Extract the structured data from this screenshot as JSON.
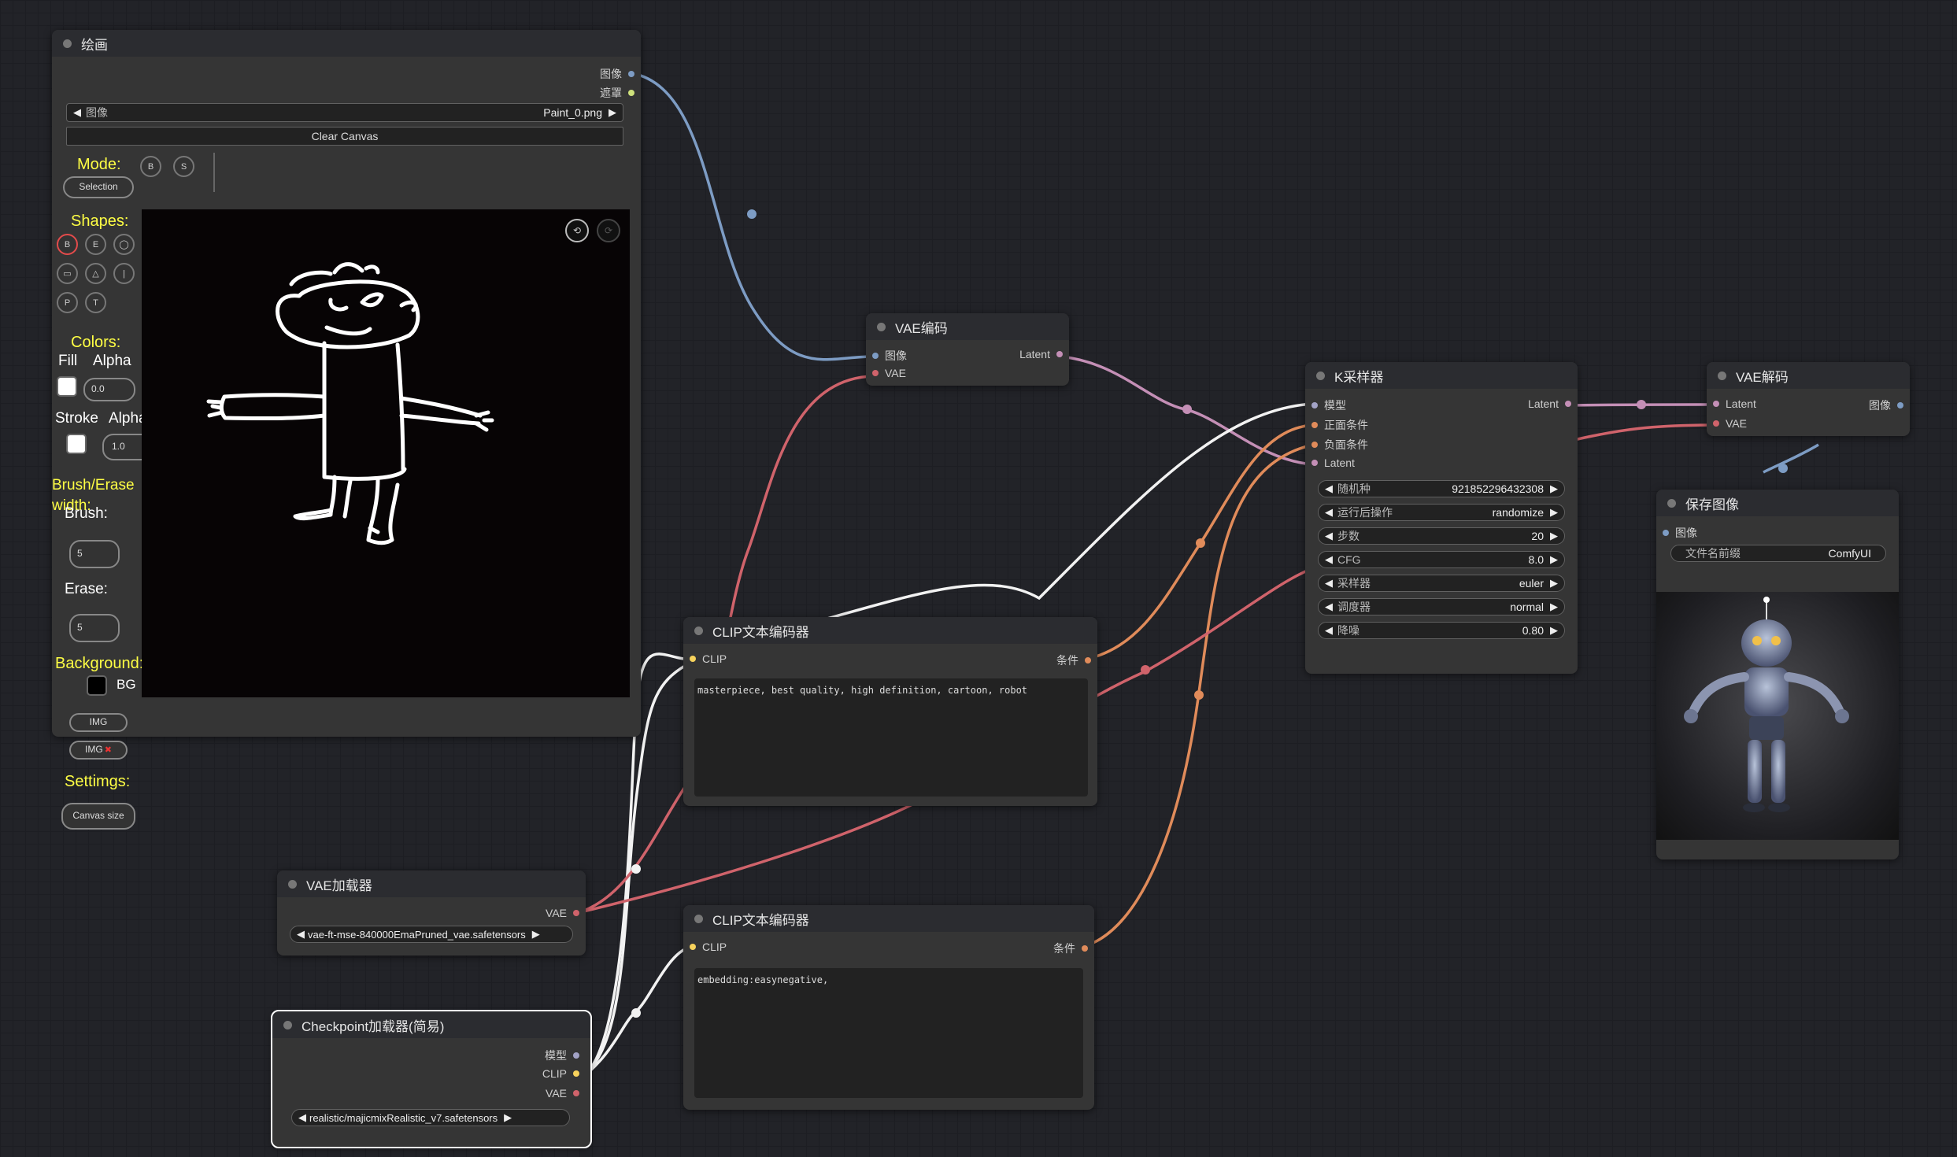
{
  "colors": {
    "image": "#7d9cc4",
    "latent": "#c48fb6",
    "vae": "#d0636b",
    "cond": "#e08b5a",
    "clip": "#f7d25c",
    "model": "#a3a3c6",
    "mask": "#cfe27c"
  },
  "paint_node": {
    "title": "绘画",
    "out_image": "图像",
    "out_mask": "遮罩",
    "image_widget_label": "图像",
    "image_widget_value": "Paint_0.png",
    "clear_button": "Clear Canvas",
    "mode_label": "Mode:",
    "mode_b": "B",
    "mode_s": "S",
    "selection_button": "Selection",
    "shapes_label": "Shapes:",
    "shape_b": "B",
    "shape_e": "E",
    "shape_o": "◯",
    "shape_rect": "▭",
    "shape_tri": "△",
    "shape_line": "|",
    "shape_p": "P",
    "shape_t": "T",
    "colors_label": "Colors:",
    "fill_label": "Fill",
    "alpha_label": "Alpha",
    "fill_alpha": "0.0",
    "stroke_label": "Stroke",
    "alpha_label2": "Alpha",
    "stroke_alpha": "1.0",
    "brush_erase_label": "Brush/Erase width:",
    "brush_label": "Brush:",
    "brush_value": "5",
    "erase_label": "Erase:",
    "erase_value": "5",
    "background_label": "Background:",
    "bg_label": "BG",
    "img_button": "IMG",
    "img_remove_button": "IMG",
    "img_remove_mark": "✖",
    "settings_label": "Settimgs:",
    "canvas_size_button": "Canvas size",
    "undo_icon": "undo-icon",
    "redo_icon": "redo-icon"
  },
  "vae_encode": {
    "title": "VAE编码",
    "in_image": "图像",
    "in_vae": "VAE",
    "out_latent": "Latent"
  },
  "ksampler": {
    "title": "K采样器",
    "in_model": "模型",
    "in_positive": "正面条件",
    "in_negative": "负面条件",
    "in_latent": "Latent",
    "out_latent": "Latent",
    "widgets": [
      {
        "label": "随机种",
        "value": "921852296432308"
      },
      {
        "label": "运行后操作",
        "value": "randomize"
      },
      {
        "label": "步数",
        "value": "20"
      },
      {
        "label": "CFG",
        "value": "8.0"
      },
      {
        "label": "采样器",
        "value": "euler"
      },
      {
        "label": "调度器",
        "value": "normal"
      },
      {
        "label": "降噪",
        "value": "0.80"
      }
    ]
  },
  "vae_decode": {
    "title": "VAE解码",
    "in_latent": "Latent",
    "in_vae": "VAE",
    "out_image": "图像"
  },
  "save_image": {
    "title": "保存图像",
    "in_image": "图像",
    "prefix_label": "文件名前缀",
    "prefix_value": "ComfyUI"
  },
  "clip_pos": {
    "title": "CLIP文本编码器",
    "in_clip": "CLIP",
    "out_cond": "条件",
    "text": "masterpiece, best quality, high definition, cartoon, robot"
  },
  "clip_neg": {
    "title": "CLIP文本编码器",
    "in_clip": "CLIP",
    "out_cond": "条件",
    "text": "embedding:easynegative,"
  },
  "vae_loader": {
    "title": "VAE加载器",
    "out_vae": "VAE",
    "widget_value": "vae-ft-mse-840000EmaPruned_vae.safetensors"
  },
  "ckpt_loader": {
    "title": "Checkpoint加载器(简易)",
    "out_model": "模型",
    "out_clip": "CLIP",
    "out_vae": "VAE",
    "widget_value": "realistic/majicmixRealistic_v7.safetensors"
  }
}
